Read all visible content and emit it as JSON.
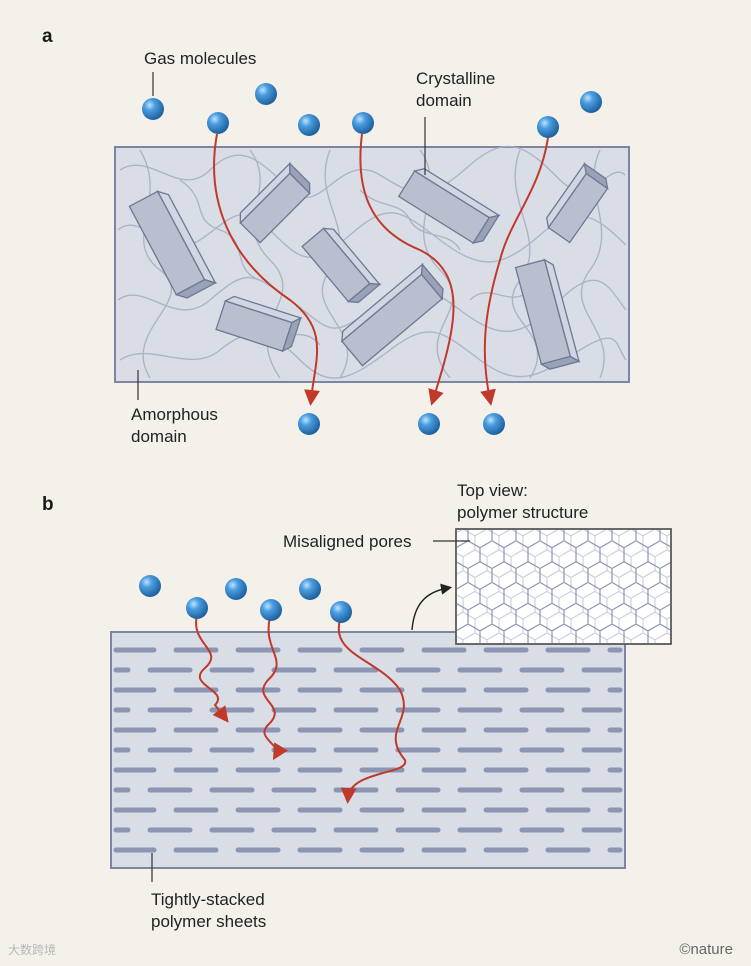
{
  "panel_a": {
    "label": "a",
    "gas_molecules_label": "Gas molecules",
    "crystalline_label_line1": "Crystalline",
    "crystalline_label_line2": "domain",
    "amorphous_label_line1": "Amorphous",
    "amorphous_label_line2": "domain"
  },
  "panel_b": {
    "label": "b",
    "top_view_line1": "Top view:",
    "top_view_line2": "polymer structure",
    "misaligned_pores_label": "Misaligned pores",
    "sheets_label_line1": "Tightly-stacked",
    "sheets_label_line2": "polymer sheets"
  },
  "credit": "©nature",
  "watermark": "大数跨境",
  "colors": {
    "background": "#f4f1ea",
    "molecule": "#2b7cc2",
    "arrow": "#c0392b",
    "membrane_fill": "#d9dde6",
    "membrane_border": "#7c86a0",
    "crystal": "#b9bfcf",
    "sheet": "#8c95b2"
  }
}
